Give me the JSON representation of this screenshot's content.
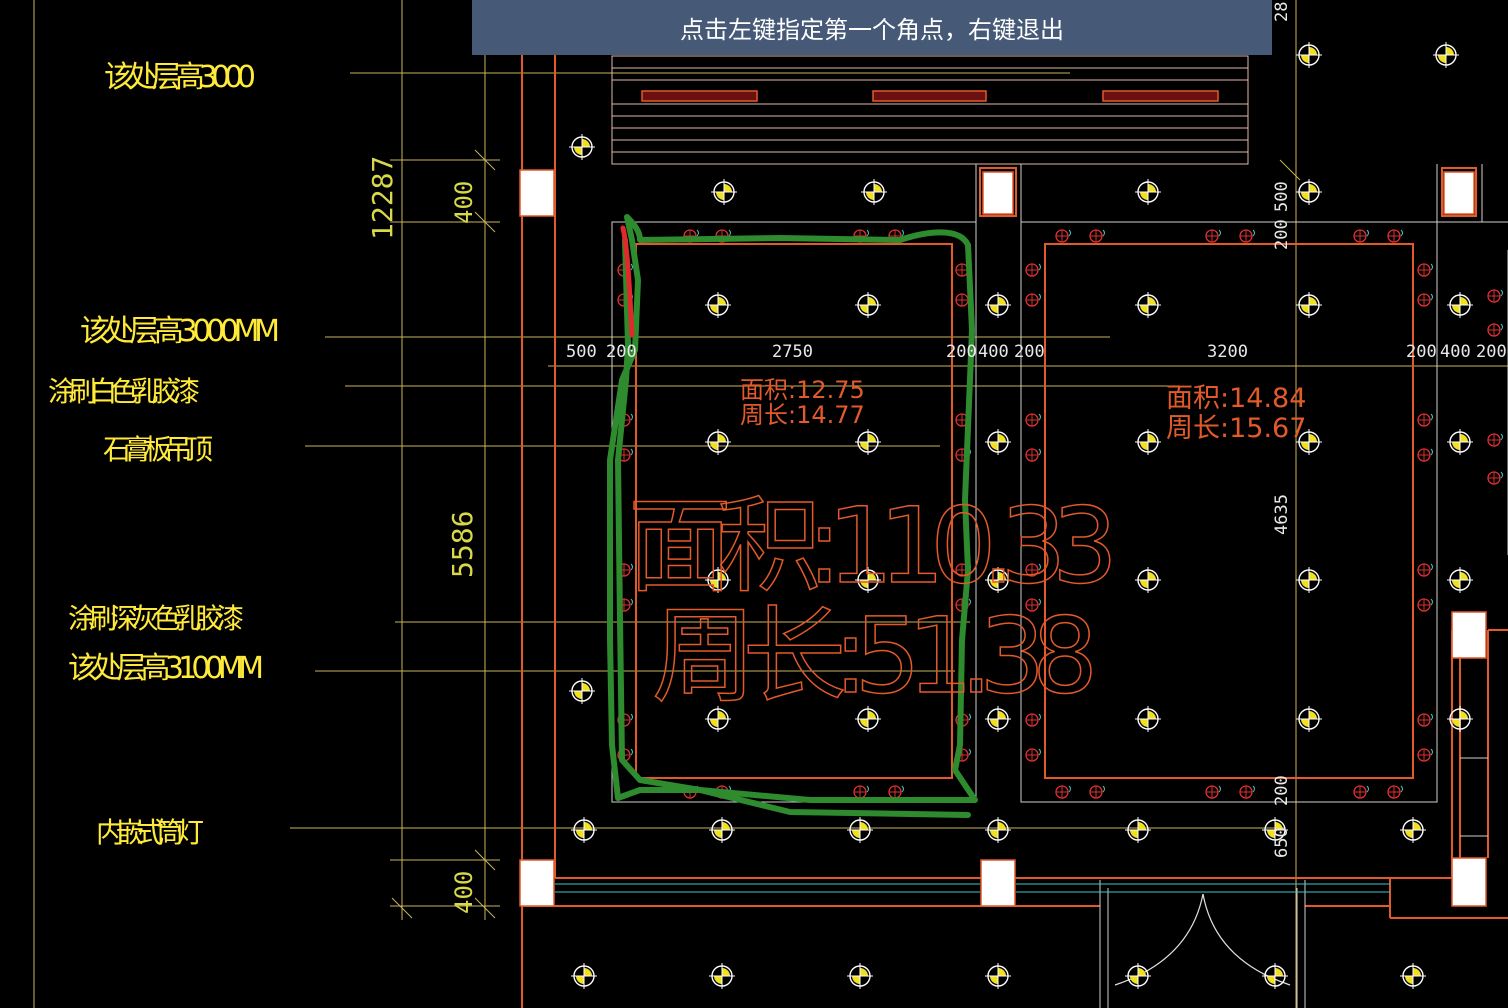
{
  "prompt": {
    "text": "点击左键指定第一个角点，右键退出"
  },
  "colors": {
    "background": "#000000",
    "prompt_bg": "#465a78",
    "annotation": "#ffea3a",
    "wall": "#e25a2a",
    "grid": "#c8b45a",
    "markup": "#2e8b2e"
  },
  "annotations": {
    "ceiling_3000": "该处层高3000",
    "ceiling_3000mm": "该处层高3000MM",
    "white_latex": "涂刷白色乳胶漆",
    "gypsum_ceiling": "石膏板吊顶",
    "grey_latex": "涂刷深灰色乳胶漆",
    "ceiling_3100mm": "该处层高3100MM",
    "downlight": "内嵌式筒灯"
  },
  "vertical_dims": {
    "d12287": "12287",
    "d400_top": "400",
    "d5586": "5586",
    "d400_bottom": "400",
    "d4635": "4635",
    "d500": "500",
    "d200_a": "200",
    "d200_b": "200",
    "d650": "650",
    "d28": "28"
  },
  "horizontal_dims": {
    "d500": "500",
    "d200_a": "200",
    "d2750": "2750",
    "d200_b": "200",
    "d400_a": "400",
    "d200_c": "200",
    "d3200": "3200",
    "d200_d": "200",
    "d400_b": "400",
    "d200_e": "200"
  },
  "room_left": {
    "area": "面积:12.75",
    "perimeter": "周长:14.77"
  },
  "room_right": {
    "area": "面积:14.84",
    "perimeter": "周长:15.67"
  },
  "total": {
    "area": "面积:110.33",
    "perimeter": "周长:51.38"
  },
  "icons": {
    "light": "downlight-icon",
    "socket": "socket-icon",
    "door": "door-arc-icon"
  }
}
